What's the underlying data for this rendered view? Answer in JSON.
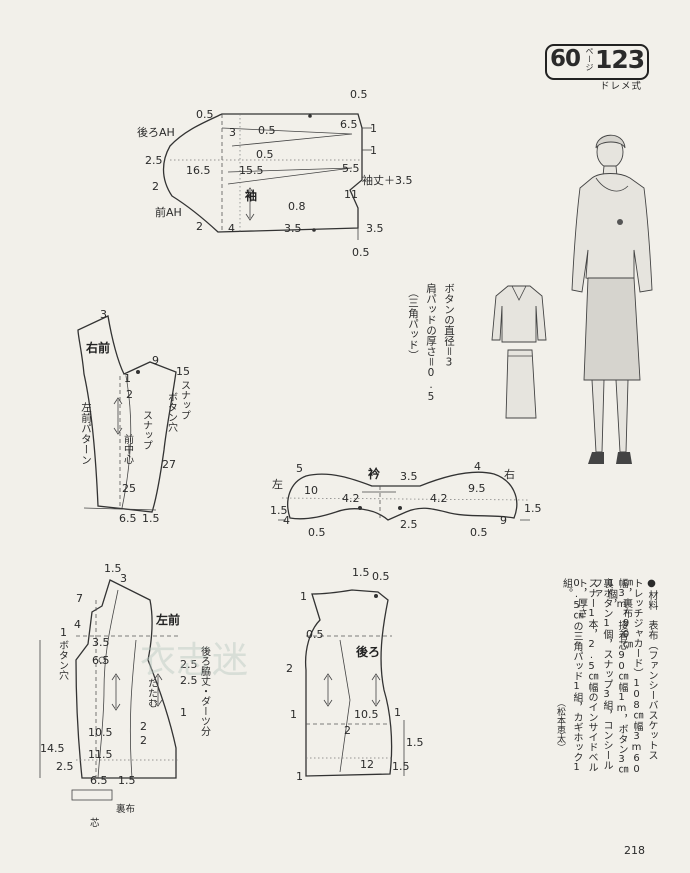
{
  "badge": {
    "issue": "60",
    "page_word": "ページ",
    "pattern_no": "123",
    "sub": "ドレメ式"
  },
  "page_number": "218",
  "notes": {
    "line1": "ボタンの直径＝3",
    "line2": "肩パッドの厚さ＝0.5",
    "line3": "（三角パッド）"
  },
  "materials": {
    "bullet": "●",
    "line1": "材料　表布（ファンシーバスケットス",
    "line2": "トレッチジャカード）108㎝幅3m60㎝，裏布90㎝",
    "line3": "幅3m，接着芯90㎝幅1m，ボタン3㎝1個，",
    "line4": "裏ボタン1個，スナップ3組，コンシールファ",
    "line5": "スナー1本，2.5㎝幅のインサイドベルト，厚さ",
    "line6": "0.5㎝の三角パッド1組，カギホック1組。",
    "credit": "（松本恵太）"
  },
  "sleeve": {
    "title": "袖",
    "back_ah": "後ろAH",
    "front_ah": "前AH",
    "length_note": "袖丈＋3.5",
    "m": [
      "0.5",
      "3",
      "0.5",
      "6.5",
      "1",
      "0.5",
      "1",
      "2.5",
      "16.5",
      "15.5",
      "5.5",
      "2",
      "11",
      "0.8",
      "2",
      "4",
      "3.5",
      "3.5",
      "0.5",
      "0.5"
    ]
  },
  "right_front": {
    "title": "右前",
    "side_label": "左前パターン",
    "center": "前中心",
    "snap1": "スナップ",
    "snap2": "スナップ",
    "button_hole": "ボタン穴",
    "m": [
      "3",
      "9",
      "15",
      "1",
      "2",
      "27",
      "25",
      "6.5",
      "1.5"
    ]
  },
  "collar": {
    "title": "衿",
    "left": "左",
    "right": "右",
    "m": [
      "5",
      "3.5",
      "4",
      "10",
      "4.2",
      "4.2",
      "9.5",
      "4",
      "0.5",
      "2.5",
      "0.5",
      "9",
      "1.5",
      "1.5"
    ]
  },
  "left_front": {
    "title": "左前",
    "button_hole": "ボタン穴",
    "side_note": "後ろ脇丈・ダーツ分",
    "fold": "たたむ",
    "lining": "裏布",
    "interfacing": "芯",
    "m": [
      "1.5",
      "3",
      "7",
      "4",
      "3.5",
      "1",
      "6.5",
      "2.5",
      "2.5",
      "2",
      "1",
      "10.5",
      "11.5",
      "14.5",
      "2.5",
      "6.5",
      "1.5",
      "2"
    ]
  },
  "back": {
    "title": "後ろ",
    "m": [
      "1.5",
      "0.5",
      "1",
      "0.5",
      "2",
      "1",
      "10.5",
      "2",
      "12",
      "1.5",
      "1.5",
      "1",
      "1"
    ]
  },
  "watermark": "衣志迷"
}
